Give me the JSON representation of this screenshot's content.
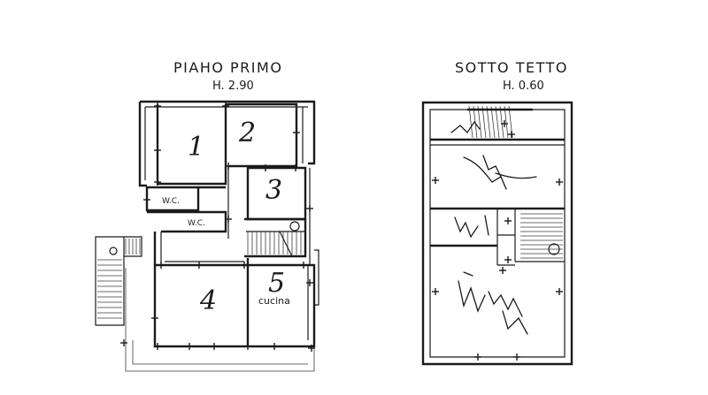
{
  "left_plan": {
    "title": "PIAHO PRIMO",
    "height_label": "H. 2.90",
    "rooms": [
      "1",
      "2",
      "3",
      "4",
      "5"
    ],
    "wc_labels": [
      "W.C.",
      "W.C."
    ],
    "kitchen_label": "cucina"
  },
  "right_plan": {
    "title": "SOTTO TETTO",
    "height_label": "H. 0.60"
  }
}
